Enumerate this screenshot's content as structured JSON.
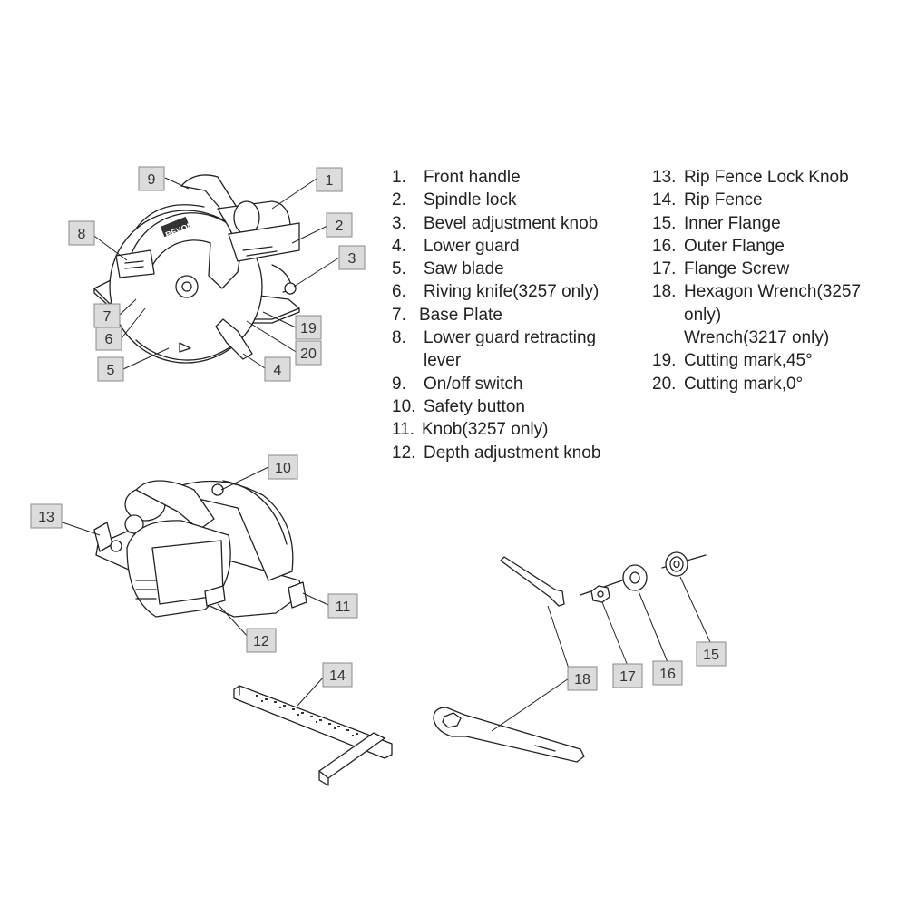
{
  "legend_left": [
    {
      "num": "1.",
      "text": "Front handle"
    },
    {
      "num": "2.",
      "text": "Spindle lock"
    },
    {
      "num": "3.",
      "text": "Bevel adjustment knob"
    },
    {
      "num": "4.",
      "text": "Lower guard"
    },
    {
      "num": "5.",
      "text": "Saw blade"
    },
    {
      "num": "6.",
      "text": "Riving knife(3257 only)"
    },
    {
      "num": "7.",
      "text": "Base Plate"
    },
    {
      "num": "8.",
      "text": "Lower guard retracting",
      "cont": "lever"
    },
    {
      "num": "9.",
      "text": "On/off switch"
    },
    {
      "num": "10.",
      "text": "Safety button"
    },
    {
      "num": "11.",
      "text": "Knob(3257 only)"
    },
    {
      "num": "12.",
      "text": "Depth adjustment knob"
    }
  ],
  "legend_right": [
    {
      "num": "13.",
      "text": "Rip Fence Lock Knob"
    },
    {
      "num": "14.",
      "text": "Rip Fence"
    },
    {
      "num": "15.",
      "text": "Inner Flange"
    },
    {
      "num": "16.",
      "text": "Outer Flange"
    },
    {
      "num": "17.",
      "text": "Flange Screw"
    },
    {
      "num": "18.",
      "text": "Hexagon Wrench(3257",
      "cont": "only)",
      "cont2": "Wrench(3217 only)"
    },
    {
      "num": "19.",
      "text": "Cutting mark,45°"
    },
    {
      "num": "20.",
      "text": "Cutting mark,0°"
    }
  ],
  "callouts": {
    "c1": "1",
    "c2": "2",
    "c3": "3",
    "c4": "4",
    "c5": "5",
    "c6": "6",
    "c7": "7",
    "c8": "8",
    "c9": "9",
    "c10": "10",
    "c11": "11",
    "c12": "12",
    "c13": "13",
    "c14": "14",
    "c15": "15",
    "c16": "16",
    "c17": "17",
    "c18": "18",
    "c19": "19",
    "c20": "20"
  },
  "saw_brand": "BEVON",
  "colors": {
    "callout_fill": "#dcdcdc",
    "callout_stroke": "#8a8a8a",
    "ink": "#222222"
  }
}
